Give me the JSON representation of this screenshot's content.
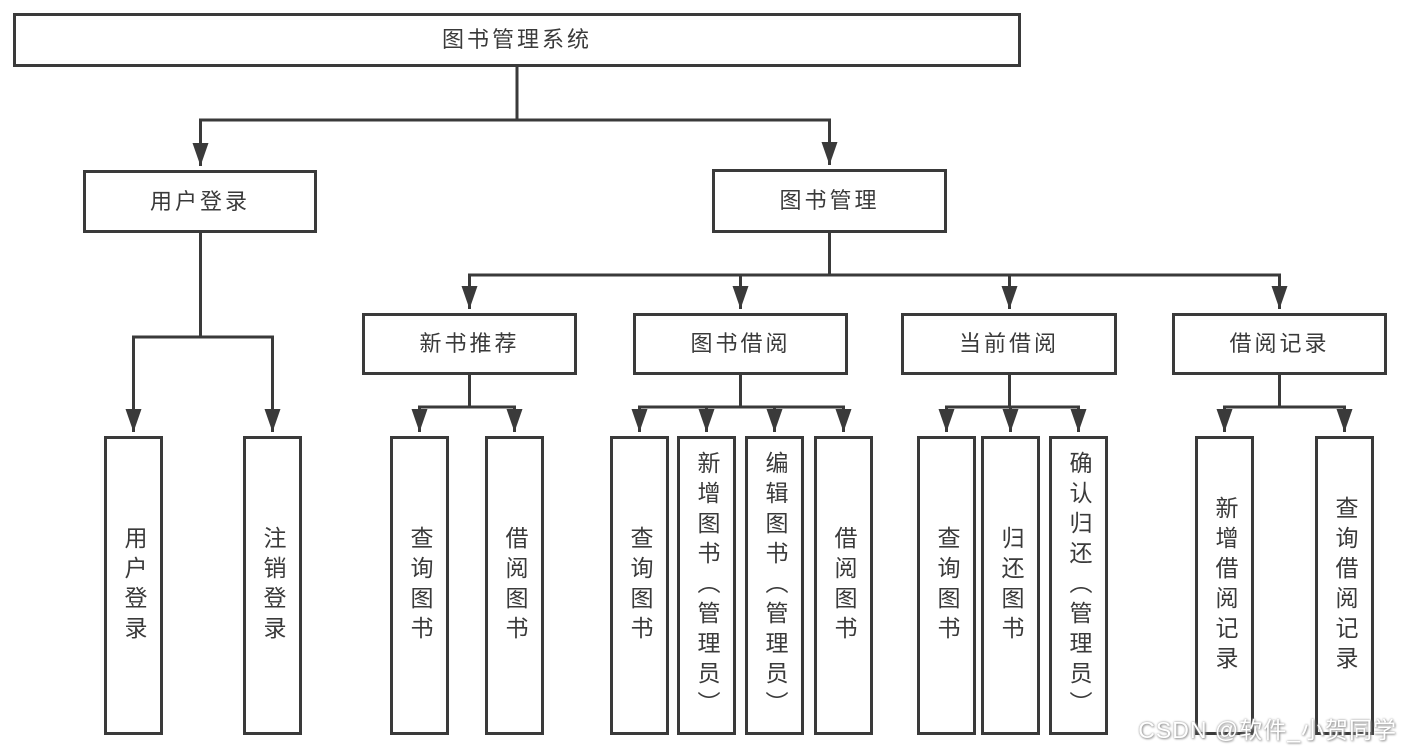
{
  "diagram_type": "hierarchy-tree",
  "colors": {
    "line": "#3a3a3a",
    "box_border": "#3a3a3a",
    "text": "#3a3a3a",
    "background": "#ffffff",
    "watermark": "#e8e8e8"
  },
  "tree": {
    "label": "图书管理系统",
    "children": [
      {
        "label": "用户登录",
        "children": [
          {
            "label": "用户登录"
          },
          {
            "label": "注销登录"
          }
        ]
      },
      {
        "label": "图书管理",
        "children": [
          {
            "label": "新书推荐",
            "children": [
              {
                "label": "查询图书"
              },
              {
                "label": "借阅图书"
              }
            ]
          },
          {
            "label": "图书借阅",
            "children": [
              {
                "label": "查询图书"
              },
              {
                "label": "新增图书（管理员）"
              },
              {
                "label": "编辑图书（管理员）"
              },
              {
                "label": "借阅图书"
              }
            ]
          },
          {
            "label": "当前借阅",
            "children": [
              {
                "label": "查询图书"
              },
              {
                "label": "归还图书"
              },
              {
                "label": "确认归还（管理员）"
              }
            ]
          },
          {
            "label": "借阅记录",
            "children": [
              {
                "label": "新增借阅记录"
              },
              {
                "label": "查询借阅记录"
              }
            ]
          }
        ]
      }
    ]
  },
  "watermark": {
    "text": "CSDN @软件_小贺同学"
  }
}
